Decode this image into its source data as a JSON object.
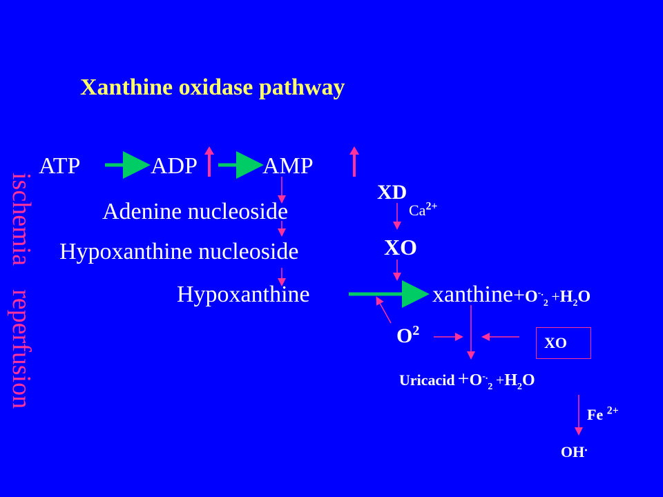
{
  "title": "Xanthine oxidase pathway",
  "side_labels": {
    "first": "ischemia",
    "second": "reperfusion"
  },
  "nodes": {
    "atp": "ATP",
    "adp": "ADP",
    "amp": "AMP",
    "adenine_nucleoside": "Adenine nucleoside",
    "hypoxanthine_nucleoside": "Hypoxanthine nucleoside",
    "hypoxanthine": "Hypoxanthine",
    "xanthine": "xanthine",
    "uricacid": "Uricacid",
    "oh": "OH"
  },
  "enzymes": {
    "xd": "XD",
    "xo_main": "XO",
    "xo_box": "XO"
  },
  "ions": {
    "ca": "Ca",
    "ca_charge": "2+",
    "fe": "Fe",
    "fe_charge": "2+"
  },
  "products": {
    "plus": "+",
    "superoxide": "O",
    "superoxide_sup": "-.",
    "superoxide_sub": "2",
    "water_h": "H",
    "water_sub": "2",
    "water_o": "O",
    "oxygen": "O",
    "oxygen_sub": "2",
    "oh_dot": "."
  },
  "colors": {
    "background": "#0000ff",
    "title": "#ffff66",
    "text": "#ffffff",
    "pink": "#ff3399",
    "green": "#00cc66"
  }
}
